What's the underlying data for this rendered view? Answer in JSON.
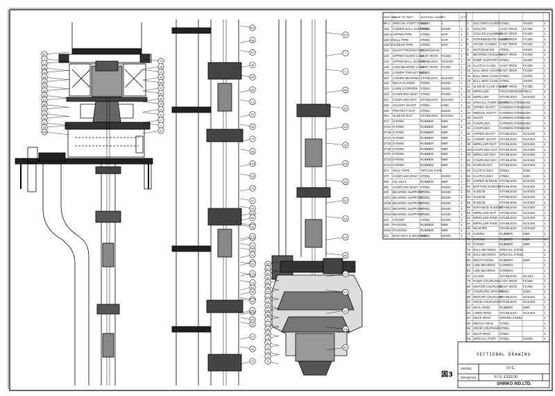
{
  "figure_label": "図3",
  "title_block": {
    "drawing_title": "SECTIONAL DRAWING",
    "model_label": "MODEL",
    "model_value": "STC",
    "drawing_no_label": "DRAW NO.",
    "drawing_no_value": "STC-133100",
    "maker": "SHINKO IND.LTD."
  },
  "parts_table_left": {
    "headers": [
      "PART NO.",
      "NAME OF PART",
      "MATERIAL NAME",
      "JIS",
      "Q'TY"
    ],
    "rows": [
      [
        "90-1",
        "SPECIAL FOOT STEEL",
        "SS400",
        "1"
      ],
      [
        "128",
        "LOWER BALL SUPPORT",
        "STEEL",
        "SS400",
        "1"
      ],
      [
        "128-1",
        "UPPER PIPE",
        "STEEL",
        "SGP",
        "1"
      ],
      [
        "128-2",
        "BALL PIPE",
        "STEEL",
        "SGP",
        "1"
      ],
      [
        "128-3",
        "SLEEVE PIPE",
        "STEEL",
        "SGP",
        "1"
      ],
      [
        "132",
        "SHAFT PROTECTOR",
        "CORROSIVE",
        "",
        "1"
      ],
      [
        "140",
        "UPPER GUIDE CASE",
        "CAST IRON",
        "FC250",
        "1"
      ],
      [
        "141",
        "UPPER BALL SLEEVE",
        "STAINLESS",
        "SUS403",
        "1"
      ],
      [
        "146",
        "LOW BEARING CASE",
        "CAST IRON",
        "FC250",
        "1"
      ],
      [
        "150",
        "LOWER THRUST BALL",
        "STEEL",
        "",
        "1"
      ],
      [
        "162",
        "LOWER BEARING",
        "STAINLESS",
        "SUS403",
        "1"
      ],
      [
        "184",
        "NECK FLANGE",
        "STEEL",
        "SS400",
        "1"
      ],
      [
        "318",
        "CARE STOPPER",
        "STEEL",
        "SS400",
        "1"
      ],
      [
        "318",
        "COUPLING BOLT",
        "STEEL",
        "SS400",
        "1"
      ],
      [
        "322",
        "COUPLING NUT",
        "STAINLESS",
        "SUS403",
        "1"
      ],
      [
        "328",
        "ADJUST SHAFT",
        "STEEL",
        "S45C",
        "1"
      ],
      [
        "328",
        "PROTECT NUT",
        "STEEL",
        "SS400",
        "1"
      ],
      [
        "351",
        "SLEEVE NUT",
        "STAINLESS",
        "SUS403",
        "1"
      ],
      [
        "372",
        "O-RING",
        "RUBBER",
        "NBR",
        "2"
      ],
      [
        "372A",
        "O-RING",
        "RUBBER",
        "NBR",
        "2"
      ],
      [
        "372B",
        "O-RING",
        "RUBBER",
        "NBR",
        "1"
      ],
      [
        "372C",
        "O-RING",
        "RUBBER",
        "NBR",
        "1"
      ],
      [
        "372D",
        "O-RING",
        "RUBBER",
        "NBR",
        "1"
      ],
      [
        "372E",
        "O-RING",
        "RUBBER",
        "NBR",
        "1"
      ],
      [
        "372F",
        "O-RING",
        "RUBBER",
        "NBR",
        "1"
      ],
      [
        "372G",
        "O-RING",
        "RUBBER",
        "NBR",
        "1"
      ],
      [
        "372H",
        "O-RING",
        "RUBBER",
        "NBR",
        "1"
      ],
      [
        "374",
        "SEAL TAPE",
        "TEFLON TAPE",
        "",
        "1"
      ],
      [
        "376",
        "COUPLING BOLT",
        "STEEL",
        "SS400",
        "1"
      ],
      [
        "382",
        "OIL SEAL",
        "RUBBER",
        "NBR",
        "1"
      ],
      [
        "391",
        "COUPLING BOLT",
        "STEEL",
        "SS400",
        "1"
      ],
      [
        "401",
        "BEARING SUPPORT",
        "STEEL",
        "SS400",
        "1"
      ],
      [
        "401A",
        "BEARING SUPPORT",
        "STEEL",
        "SS400",
        "1"
      ],
      [
        "401B",
        "BEARING SUPPORT",
        "STEEL",
        "SS400",
        "1"
      ],
      [
        "401C",
        "BEARING SUPPORT",
        "STEEL",
        "SS400",
        "1"
      ],
      [
        "401D",
        "BEARING SUPPORT",
        "STEEL",
        "SS400",
        "1"
      ],
      [
        "404",
        "COVER",
        "STEEL",
        "SS400",
        "1"
      ],
      [
        "406",
        "PACKING",
        "RUBBER",
        "NBR",
        "1"
      ],
      [
        "406A",
        "PACKING",
        "RUBBER",
        "NBR",
        "1"
      ],
      [
        "411",
        "BOLT NUT & WASHER",
        "STEEL",
        "SS400",
        "1"
      ]
    ]
  },
  "parts_table_right": {
    "rows": [
      [
        "1",
        "SUCTION COVER",
        "STEEL",
        "SS400",
        "1"
      ],
      [
        "2",
        "VOLUTE",
        "CAST IRON",
        "FC250",
        "1"
      ],
      [
        "3",
        "VOLUTE CHAMBER",
        "CAST IRON",
        "FC250",
        "1"
      ],
      [
        "4",
        "INTERMEDIATE CASING",
        "CAST IRON",
        "FC250",
        "1"
      ],
      [
        "5",
        "STAGE CASING",
        "CAST IRON",
        "FC250",
        "1"
      ],
      [
        "6",
        "MOTOR BASE",
        "STEEL",
        "SS400",
        "1"
      ],
      [
        "8",
        "BEARING HOUSING",
        "CAST IRON",
        "FC250",
        "1"
      ],
      [
        "10",
        "PUMP SUPPORT",
        "STEEL",
        "SS400",
        "1"
      ],
      [
        "13",
        "CLUTCH CASE",
        "CAST IRON",
        "FC250",
        "1"
      ],
      [
        "16",
        "BALL BRG COVER",
        "CAST IRON",
        "FC250",
        "1"
      ],
      [
        "18",
        "BALL BRG CASE",
        "STEEL",
        "SS400",
        "1"
      ],
      [
        "19",
        "BALL BRG CASE",
        "STEEL",
        "SS400",
        "1"
      ],
      [
        "21",
        "SLEEVE CASE COVER",
        "CAST IRON",
        "FC250",
        "1"
      ],
      [
        "22",
        "IMPELLER",
        "PHOS BRONZE",
        "PBC2",
        "1"
      ],
      [
        "23",
        "IMPELLER",
        "STAINLESS",
        "SUS403",
        "1"
      ],
      [
        "24",
        "SPECIAL PUMP SHAFT",
        "CARBON STEEL",
        "S45C",
        "1"
      ],
      [
        "25",
        "UPPER SHAFT",
        "CARBON STEEL",
        "S45C",
        "1"
      ],
      [
        "26",
        "MIDDLE SHAFT",
        "CARBON STEEL",
        "S45C",
        "1"
      ],
      [
        "28",
        "SHAFT",
        "CARBON STEEL",
        "S45C",
        "1"
      ],
      [
        "29",
        "COUPLING",
        "CARBON STEEL",
        "S45C",
        "1"
      ],
      [
        "31",
        "COUPLING",
        "CARBON STEEL",
        "S45C",
        "1"
      ],
      [
        "32",
        "UPPER SHAFT",
        "STAINLESS",
        "SUS403",
        "1"
      ],
      [
        "34",
        "LOWER SHAFT",
        "STAINLESS",
        "SUS403",
        "1"
      ],
      [
        "35",
        "IMPELLER NUT",
        "STAINLESS",
        "SUS403",
        "1"
      ],
      [
        "35A",
        "COUPLING NUT",
        "STAINLESS",
        "SUS403",
        "1"
      ],
      [
        "39",
        "IMPELLER KEY",
        "STAINLESS",
        "SUS403",
        "1"
      ],
      [
        "41",
        "COUPLING KEY",
        "STAINLESS",
        "SUS403",
        "1"
      ],
      [
        "46",
        "SLEEVE KEY",
        "STAINLESS",
        "SUS403",
        "1"
      ],
      [
        "48",
        "CLUTCH KEY",
        "STEEL",
        "S45C",
        "1"
      ],
      [
        "50",
        "CLUTCH KEY",
        "STEEL",
        "S45C",
        "1"
      ],
      [
        "51",
        "UPPER SLEEVE",
        "STAINLESS",
        "SUS403",
        "1"
      ],
      [
        "52",
        "BOTTOM SLEEVE",
        "STAINLESS",
        "SUS403",
        "1"
      ],
      [
        "53",
        "SLEEVE",
        "STAINLESS",
        "SUS403",
        "1"
      ],
      [
        "54",
        "SLEEVE",
        "STAINLESS",
        "SUS403",
        "1"
      ],
      [
        "56",
        "SLEEVE",
        "STAINLESS",
        "SUS403",
        "1"
      ],
      [
        "58",
        "DISTANCE SLEEVE",
        "STAINLESS",
        "SUS403",
        "1"
      ],
      [
        "59",
        "IMPELLER NUT",
        "STAINLESS",
        "SUS403",
        "1"
      ],
      [
        "62",
        "IMPELLER RING",
        "STAINLESS",
        "SUS403",
        "1"
      ],
      [
        "64",
        "IMPELLER RING",
        "STAINLESS",
        "SUS403",
        "1"
      ],
      [
        "65",
        "WASHER",
        "STAINLESS",
        "SUS403",
        "1"
      ],
      [
        "70",
        "O-RING",
        "RUBBER",
        "NBR",
        "1"
      ],
      [
        "71",
        "O-RING",
        "RUBBER",
        "NBR",
        "1"
      ],
      [
        "73",
        "O-RING",
        "RUBBER",
        "NBR",
        "1"
      ],
      [
        "74",
        "BALL BEARING",
        "SPECIAL STEEL",
        "",
        "1"
      ],
      [
        "75",
        "BALL BEARING",
        "SPECIAL STEEL",
        "",
        "1"
      ],
      [
        "83",
        "MOUTH RING",
        "RUBBER",
        "NBR",
        "1"
      ],
      [
        "84",
        "LINE BEARING",
        "CARBON",
        "",
        "1"
      ],
      [
        "85",
        "LINE BEARING",
        "CARBON",
        "",
        "1"
      ],
      [
        "47",
        "GLAND",
        "STAINLESS",
        "SCS13",
        "1"
      ],
      [
        "79",
        "PUMP COUPLING",
        "CAST IRON",
        "FC250",
        "1"
      ],
      [
        "80",
        "MOTOR COUPLING",
        "CAST IRON",
        "FC250",
        "1"
      ],
      [
        "47",
        "COUPLING SPACER",
        "STEEL",
        "S45C",
        "1"
      ],
      [
        "50",
        "MOTOR COUPLING",
        "STAINLESS",
        "SUS403",
        "1"
      ],
      [
        "51",
        "GEAR COUPLING",
        "STAINLESS",
        "SUS403",
        "1"
      ],
      [
        "52",
        "SEAL RING",
        "RUBBER",
        "NBR",
        "1"
      ],
      [
        "53",
        "LINER RING",
        "STAINLESS",
        "SUS403",
        "1"
      ],
      [
        "54",
        "SNAP RING",
        "SPRING STEEL",
        "",
        "1"
      ],
      [
        "55",
        "MECHA SEAL",
        "STEEL",
        "",
        "1"
      ],
      [
        "56",
        "GEAR COUPLING",
        "STEEL",
        "",
        "1"
      ],
      [
        "57",
        "SNAP RING",
        "STEEL",
        "",
        "1"
      ],
      [
        "58",
        "SPECIAL FOOT",
        "STEEL",
        "SS400",
        "1"
      ]
    ]
  },
  "balloons": {
    "left_assembly": [
      "67",
      "7",
      "17",
      "98",
      "102",
      "35",
      "50",
      "55",
      "65",
      "32",
      "61",
      "85",
      "72",
      "54",
      "26",
      "32",
      "70",
      "108",
      "75",
      "18",
      "12",
      "33",
      "58",
      "57",
      "54",
      "32",
      "25",
      "14",
      "41",
      "17",
      "1",
      "31"
    ],
    "middle_assembly": [
      "321",
      "58",
      "67",
      "45",
      "98",
      "38",
      "21",
      "32",
      "55",
      "70",
      "43",
      "103",
      "43",
      "31",
      "47",
      "15",
      "12",
      "14",
      "10",
      "61",
      "57",
      "61",
      "21",
      "58",
      "22",
      "11",
      "54",
      "70",
      "29",
      "55",
      "43",
      "13",
      "11",
      "41",
      "32",
      "14",
      "12",
      "45",
      "33",
      "35",
      "33"
    ],
    "right_assembly": [
      "27",
      "7",
      "2",
      "53",
      "52",
      "41",
      "32",
      "33",
      "25",
      "22",
      "23",
      "10",
      "46",
      "11",
      "13",
      "12",
      "19",
      "61",
      "63",
      "67",
      "51",
      "40",
      "56",
      "58",
      "21",
      "21",
      "14",
      "47",
      "56",
      "88",
      "4",
      "21",
      "35",
      "44",
      "13",
      "6",
      "9",
      "41",
      "2",
      "8"
    ]
  }
}
